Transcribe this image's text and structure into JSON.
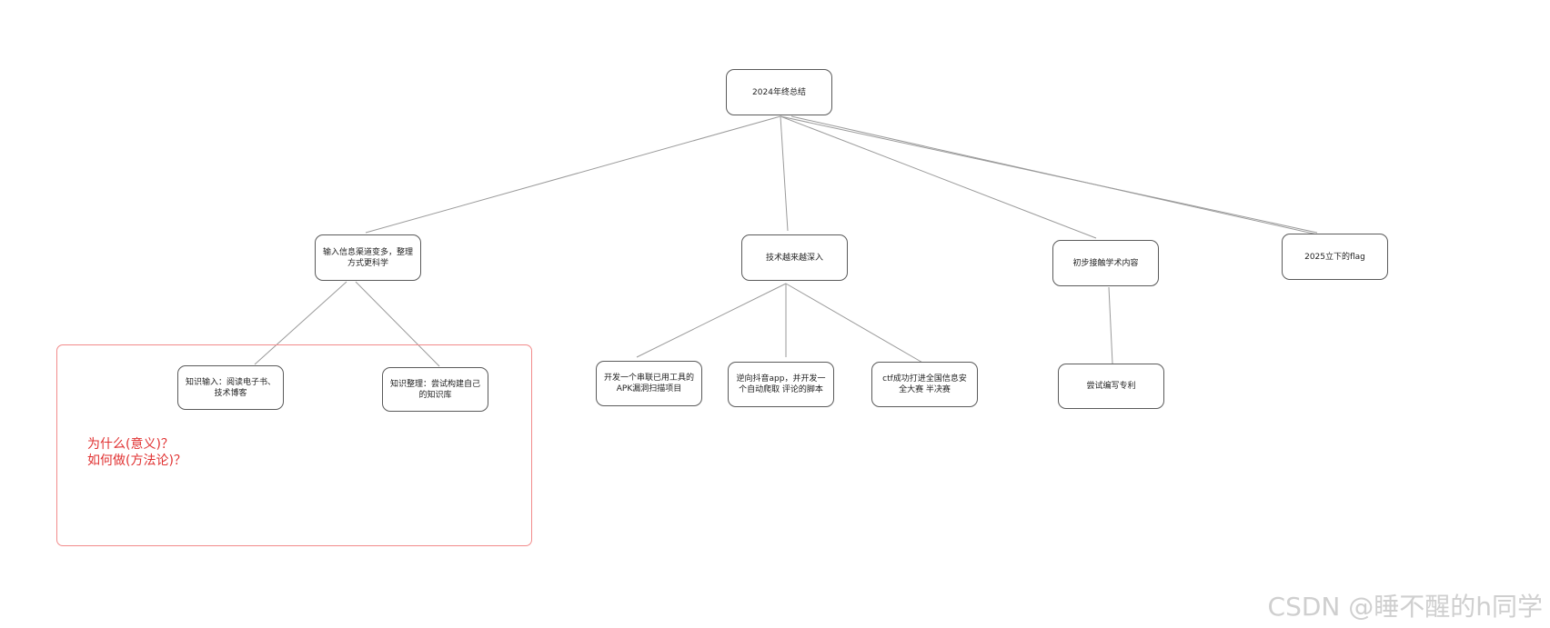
{
  "diagram": {
    "root": {
      "label": "2024年终总结"
    },
    "branches": [
      {
        "label": "输入信息渠道变多，整理方式更科学"
      },
      {
        "label": "技术越来越深入"
      },
      {
        "label": "初步接触学术内容"
      },
      {
        "label": "2025立下的flag"
      }
    ],
    "leaves": [
      {
        "label": "知识输入：阅读电子书、技术博客"
      },
      {
        "label": "知识整理：尝试构建自己的知识库"
      },
      {
        "label": "开发一个串联已用工具的APK漏洞扫描项目"
      },
      {
        "label": "逆向抖音app，并开发一个自动爬取 评论的脚本"
      },
      {
        "label": "ctf成功打进全国信息安全大赛 半决赛"
      },
      {
        "label": "尝试编写专利"
      }
    ],
    "note": {
      "lines": [
        "为什么(意义)？",
        "如何做(方法论)？"
      ],
      "color": "#e03131"
    },
    "highlight_color": "#f28b8b"
  },
  "watermark": "CSDN @睡不醒的h同学"
}
